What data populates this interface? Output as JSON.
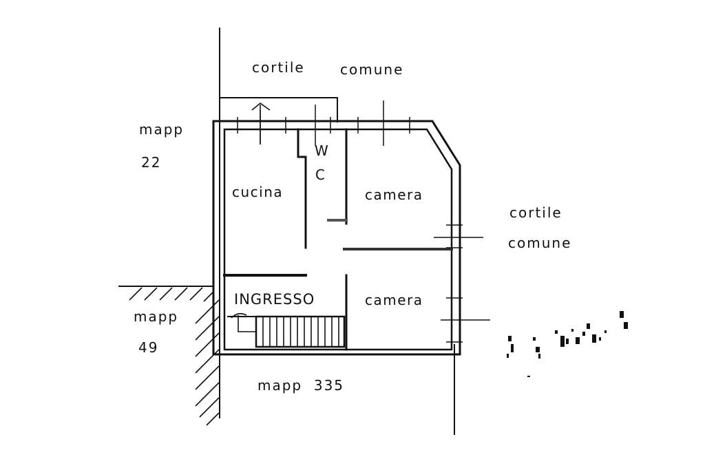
{
  "labels": {
    "north_courtyard_1": "cortile",
    "north_courtyard_2": "comune",
    "east_courtyard_1": "cortile",
    "east_courtyard_2": "comune",
    "parcel_west_word": "mapp",
    "parcel_west_number": "22",
    "parcel_southwest_word": "mapp",
    "parcel_southwest_number": "49",
    "parcel_south": "mapp  335",
    "wc_w": "W",
    "wc_c": "C"
  },
  "rooms": {
    "kitchen": "cucina",
    "bedroom_north": "camera",
    "entrance": "INGRESSO",
    "bedroom_south": "camera"
  },
  "colors": {
    "ink": "#111111",
    "background": "#ffffff"
  }
}
